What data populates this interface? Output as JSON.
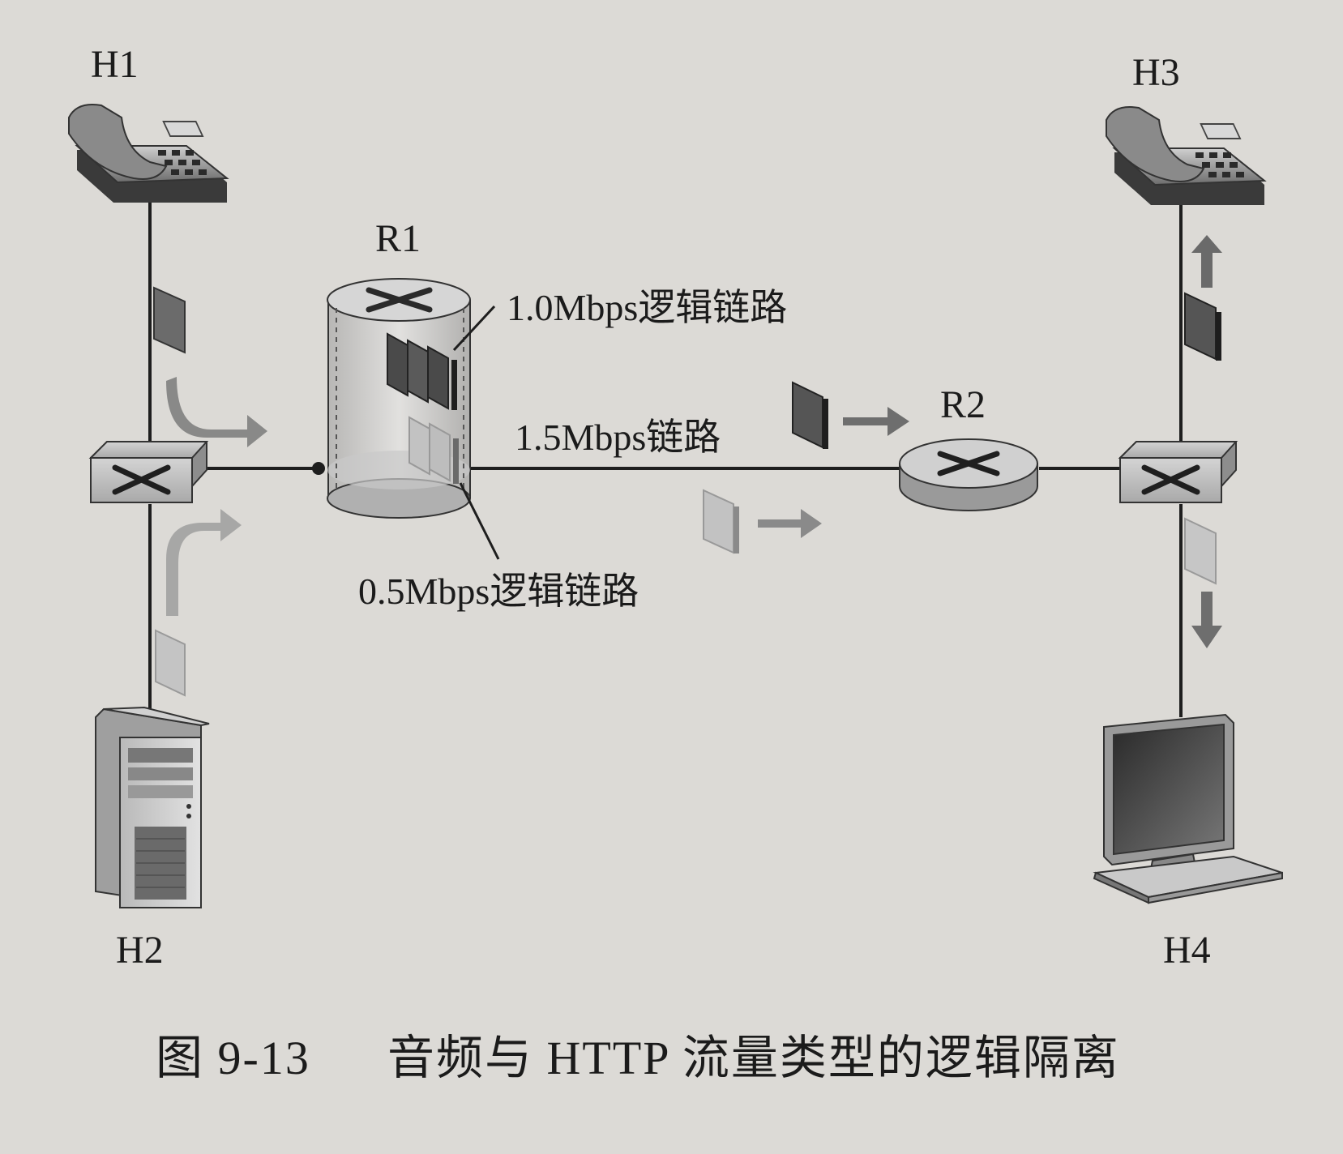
{
  "nodes": {
    "h1": "H1",
    "h2": "H2",
    "h3": "H3",
    "h4": "H4",
    "r1": "R1",
    "r2": "R2"
  },
  "links": {
    "logical_1_0": "1.0Mbps逻辑链路",
    "physical_1_5": "1.5Mbps链路",
    "logical_0_5": "0.5Mbps逻辑链路"
  },
  "caption": {
    "figure_no": "图 9-13",
    "title": "音频与 HTTP 流量类型的逻辑隔离"
  },
  "icons": {
    "h1": "telephone-icon",
    "h3": "telephone-icon",
    "h2": "server-tower-icon",
    "h4": "desktop-computer-icon",
    "r1": "router-icon",
    "r2": "router-icon",
    "switch_left": "switch-icon",
    "switch_right": "switch-icon"
  },
  "colors": {
    "background": "#dcdad6",
    "line": "#1e1e1e",
    "audio_packet": "#555555",
    "http_packet": "#b8b8b8"
  }
}
